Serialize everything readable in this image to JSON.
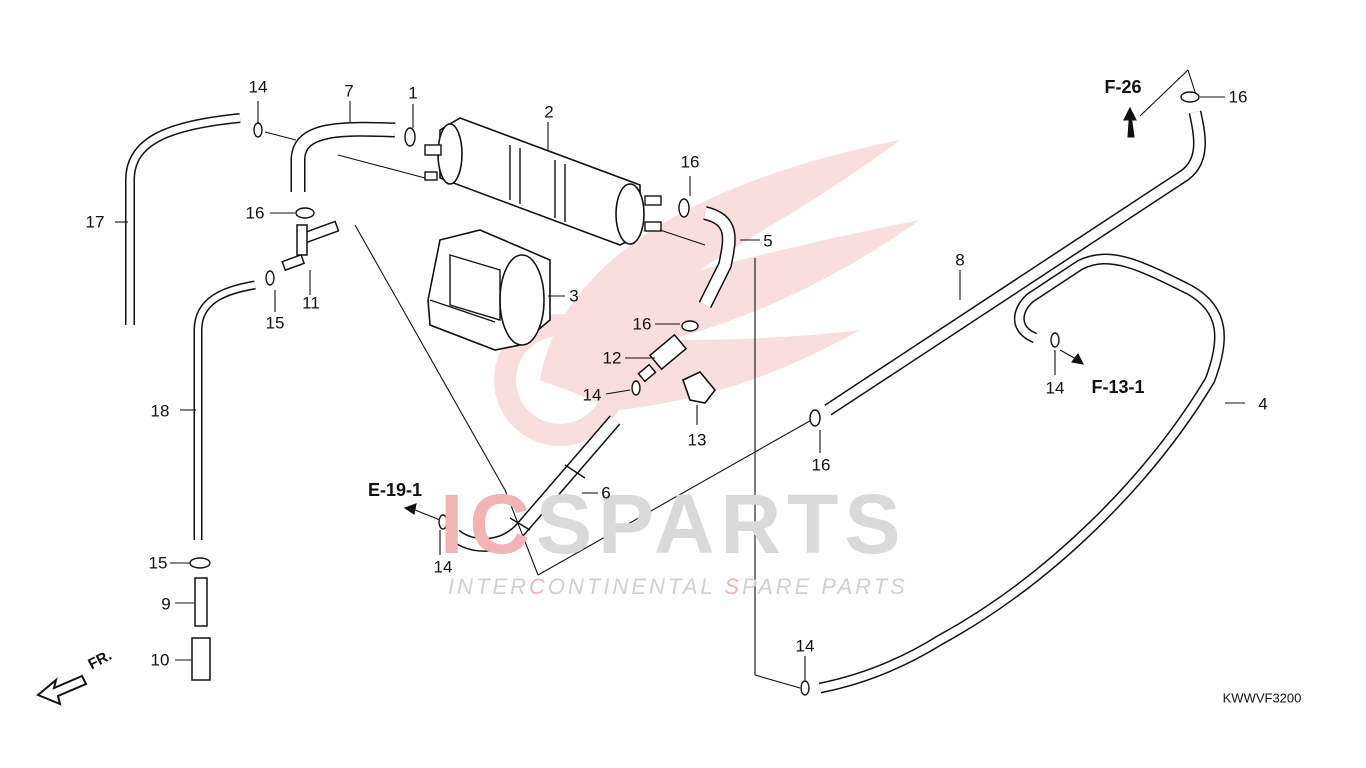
{
  "diagram": {
    "code": "KWWVF3200",
    "front_label": "FR.",
    "watermark": {
      "brand_red": "IC",
      "brand_gray": "SPARTS",
      "tagline_a": "INTER",
      "tagline_b": "C",
      "tagline_c": "ONTINENTAL ",
      "tagline_d": "S",
      "tagline_e": "PARE PARTS"
    },
    "refs": [
      "F-26",
      "E-19-1",
      "F-13-1"
    ],
    "callouts": [
      "1",
      "2",
      "3",
      "4",
      "5",
      "6",
      "7",
      "8",
      "9",
      "10",
      "11",
      "12",
      "13",
      "14",
      "14",
      "14",
      "14",
      "14",
      "15",
      "15",
      "16",
      "16",
      "16",
      "16",
      "16",
      "17",
      "18"
    ]
  },
  "colors": {
    "line": "#111111",
    "watermark_red": "#e86a6a",
    "watermark_gray": "#d9d9d9"
  }
}
